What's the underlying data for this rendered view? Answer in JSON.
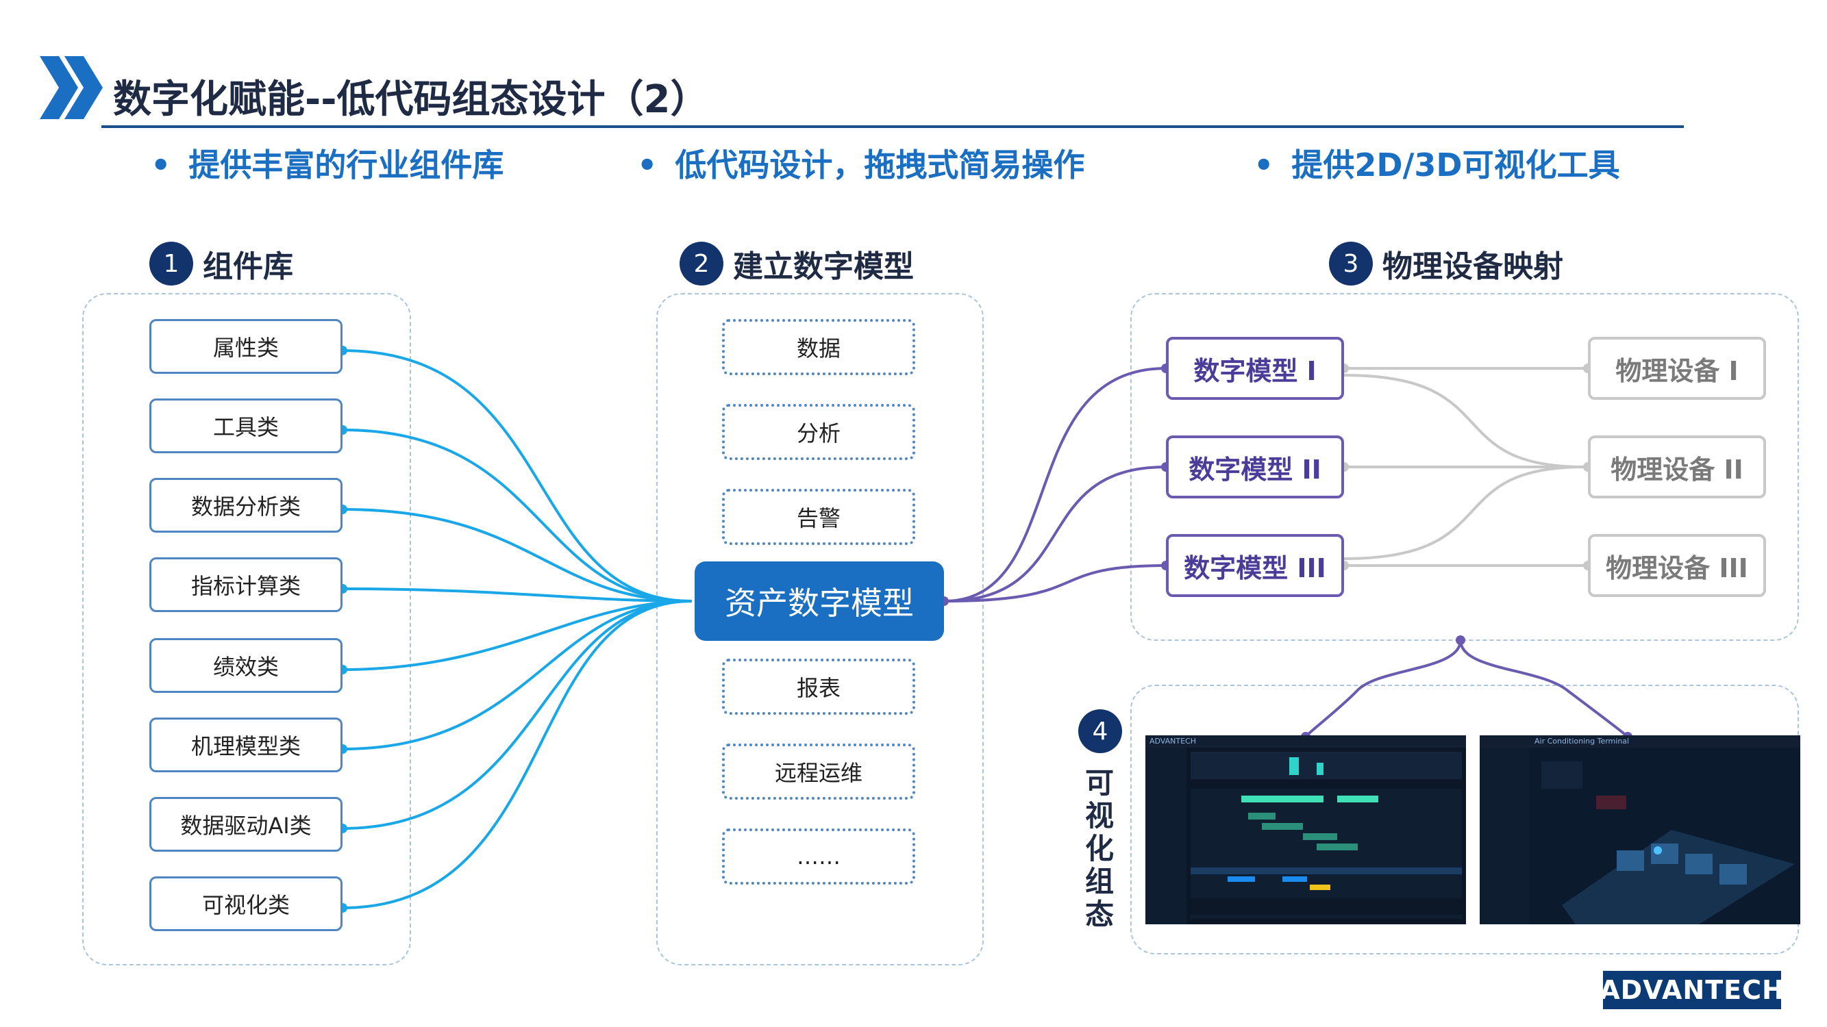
{
  "title": "数字化赋能--低代码组态设计（2）",
  "bullets": [
    "提供丰富的行业组件库",
    "低代码设计，拖拽式简易操作",
    "提供2D/3D可视化工具"
  ],
  "bullet_marker": "•",
  "sections": {
    "s1": {
      "num": "1",
      "label": "组件库"
    },
    "s2": {
      "num": "2",
      "label": "建立数字模型"
    },
    "s3": {
      "num": "3",
      "label": "物理设备映射"
    },
    "s4": {
      "num": "4",
      "label": "可视化组态"
    }
  },
  "components": [
    "属性类",
    "工具类",
    "数据分析类",
    "指标计算类",
    "绩效类",
    "机理模型类",
    "数据驱动AI类",
    "可视化类"
  ],
  "model_items_top": [
    "数据",
    "分析",
    "告警"
  ],
  "asset_model": "资产数字模型",
  "model_items_bottom": [
    "报表",
    "远程运维",
    "……"
  ],
  "digital_models": [
    "数字模型 I",
    "数字模型 II",
    "数字模型 III"
  ],
  "physical_devices": [
    "物理设备 I",
    "物理设备 II",
    "物理设备 III"
  ],
  "screenshots": {
    "left_header": "ADVANTECH",
    "right_header": "Air Conditioning Terminal"
  },
  "logo": "ADVANTECH",
  "colors": {
    "title_navy": "#1f2a44",
    "accent_blue": "#1b6fc2",
    "link_cyan": "#1aa7e8",
    "model_purple": "#6a5bb0",
    "device_gray": "#c8c8c8"
  }
}
